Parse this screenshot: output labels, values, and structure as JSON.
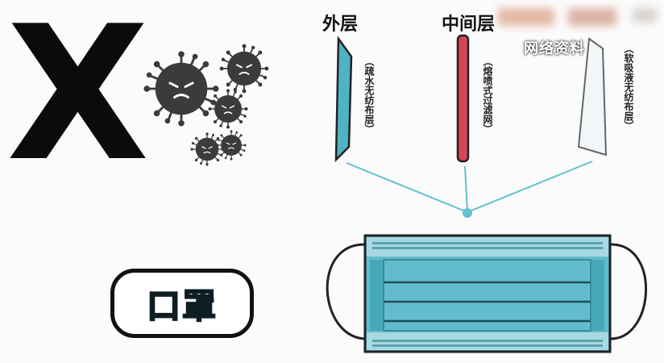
{
  "symbol": "X",
  "layers": {
    "outer": {
      "title": "外层",
      "material": "（疏水无纺布层）"
    },
    "middle": {
      "title": "中间层",
      "material": "（熔喷式过滤网）"
    },
    "inner": {
      "material": "（软吸液无纺布层）"
    }
  },
  "watermark": "网络资料",
  "product_label": "口罩",
  "colors": {
    "mask_blue": "#4bb6c8",
    "mask_dark": "#2d7f8f",
    "filter_red": "#d6455a",
    "line_teal": "#62c1cc",
    "virus": "#3b3b3b"
  },
  "icons": [
    "virus-icon",
    "virus-icon",
    "virus-icon",
    "virus-icon",
    "virus-icon"
  ]
}
